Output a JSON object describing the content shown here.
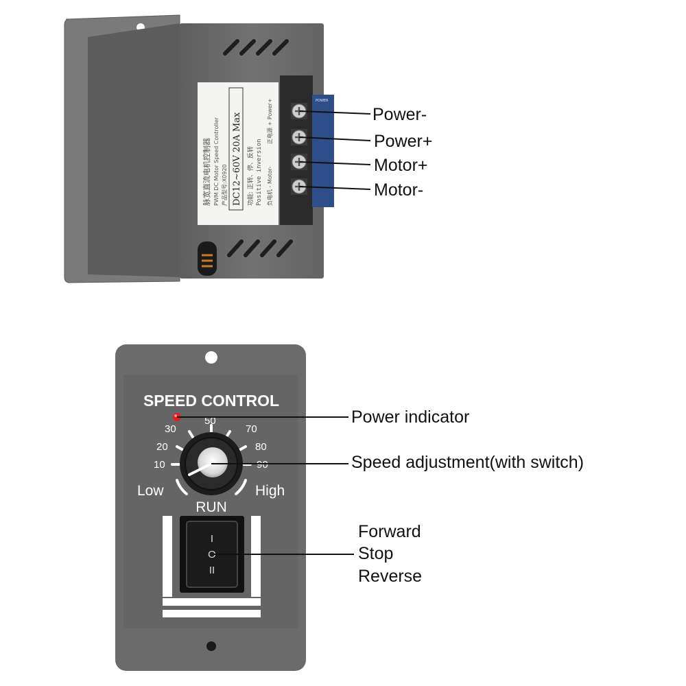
{
  "colors": {
    "housing": "#6b6b6b",
    "housing_dark": "#4f4f4f",
    "housing_light": "#7d7d7d",
    "label_bg": "#f4f4f2",
    "terminal": "#2a2a2a",
    "indicator": "#e02020",
    "leader": "#111111",
    "panel_text": "#ffffff"
  },
  "controller_label": {
    "line1": "脉宽直流电机控制器",
    "line2": "PWM DC Motor Speed Controller",
    "line3": "产品型号:X0920",
    "rating": "DC12~60V  20A Max",
    "line5": "功能: 正转、停、反转",
    "line6": "Positive inversion",
    "terminal_tag_top": "正电源 + Power+",
    "terminal_tag_bottom": "负电机 - Motor-",
    "strip_text": "POWER"
  },
  "terminals": [
    {
      "label": "Power-"
    },
    {
      "label": "Power+"
    },
    {
      "label": "Motor+"
    },
    {
      "label": "Motor-"
    }
  ],
  "panel": {
    "title": "SPEED CONTROL",
    "scale": [
      "10",
      "20",
      "30",
      "50",
      "70",
      "80",
      "90"
    ],
    "low_label": "Low",
    "high_label": "High",
    "run_label": "RUN",
    "switch_top": "I",
    "switch_mid": "O",
    "switch_bottom": "II"
  },
  "callouts": {
    "power_indicator": "Power indicator",
    "speed_adjustment": "Speed adjustment(with switch)",
    "forward": "Forward",
    "stop": "Stop",
    "reverse": "Reverse"
  }
}
